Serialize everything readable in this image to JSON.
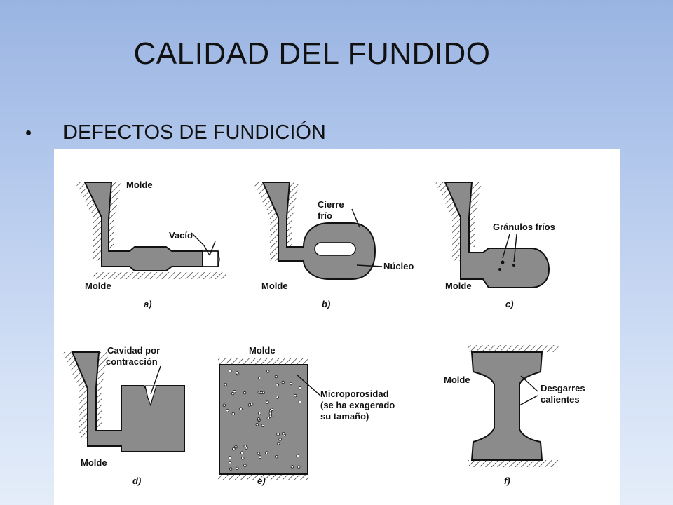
{
  "slide": {
    "title": "CALIDAD DEL FUNDIDO",
    "bullet": "DEFECTOS DE FUNDICIÓN"
  },
  "figure": {
    "panels": [
      {
        "caption": "a)",
        "labels": [
          "Molde",
          "Vacío",
          "Molde"
        ]
      },
      {
        "caption": "b)",
        "labels": [
          "Cierre",
          "frío",
          "Núcleo",
          "Molde"
        ]
      },
      {
        "caption": "c)",
        "labels": [
          "Gránulos fríos",
          "Molde"
        ]
      },
      {
        "caption": "d)",
        "labels": [
          "Cavidad por",
          "contracción",
          "Molde"
        ]
      },
      {
        "caption": "e)",
        "labels": [
          "Molde",
          "Microporosidad",
          "(se ha exagerado",
          "su tamaño)"
        ]
      },
      {
        "caption": "f)",
        "labels": [
          "Molde",
          "Desgarres",
          "calientes"
        ]
      }
    ]
  },
  "colors": {
    "metal": "#8b8b8b",
    "background_top": "#9ab4e2",
    "background_bottom": "#e4edf9"
  }
}
